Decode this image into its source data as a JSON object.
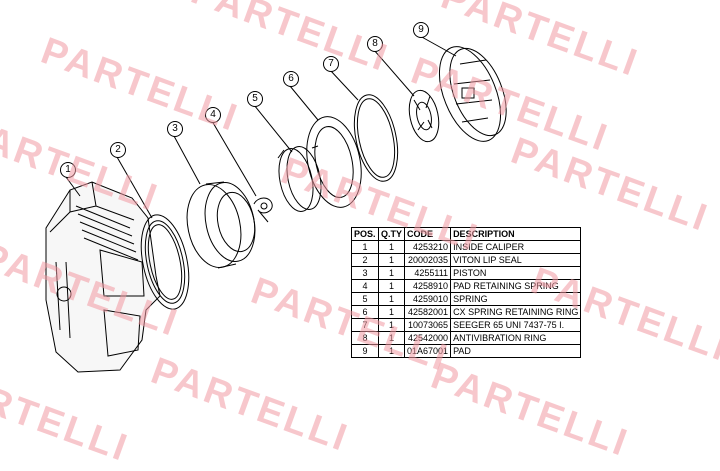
{
  "watermark": "PARTELLI",
  "callouts": [
    "1",
    "2",
    "3",
    "4",
    "5",
    "6",
    "7",
    "8",
    "9"
  ],
  "table": {
    "headers": {
      "pos": "POS.",
      "qty": "Q.TY",
      "code": "CODE",
      "description": "DESCRIPTION"
    },
    "rows": [
      {
        "pos": "1",
        "qty": "1",
        "code": "4253210",
        "description": "INSIDE CALIPER"
      },
      {
        "pos": "2",
        "qty": "1",
        "code": "20002035",
        "description": "VITON LIP SEAL"
      },
      {
        "pos": "3",
        "qty": "1",
        "code": "4255111",
        "description": "PISTON"
      },
      {
        "pos": "4",
        "qty": "1",
        "code": "4258910",
        "description": "PAD RETAINING SPRING"
      },
      {
        "pos": "5",
        "qty": "1",
        "code": "4259010",
        "description": "SPRING"
      },
      {
        "pos": "6",
        "qty": "1",
        "code": "42582001",
        "description": "CX SPRING RETAINING RING"
      },
      {
        "pos": "7",
        "qty": "1",
        "code": "10073065",
        "description": "SEEGER 65 UNI 7437-75 I."
      },
      {
        "pos": "8",
        "qty": "1",
        "code": "42542000",
        "description": "ANTIVIBRATION RING"
      },
      {
        "pos": "9",
        "qty": "1",
        "code": "01A67001",
        "description": "PAD"
      }
    ]
  }
}
